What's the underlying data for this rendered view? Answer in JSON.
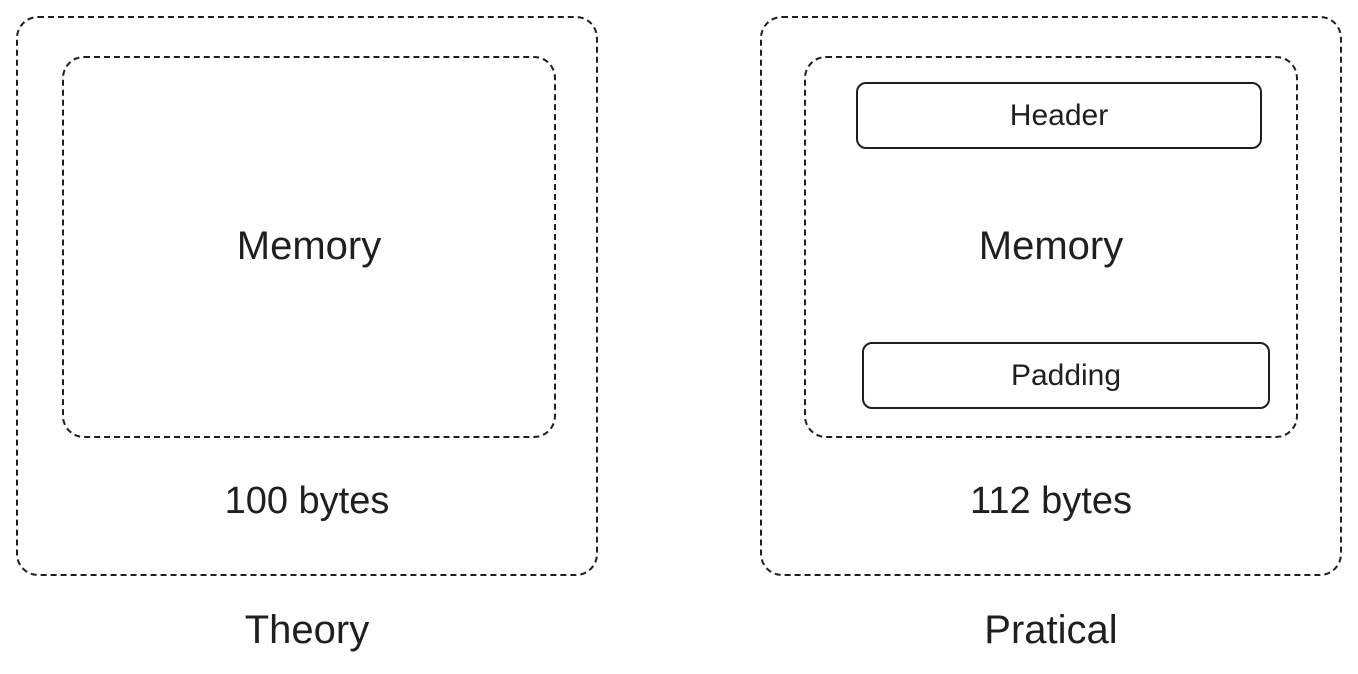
{
  "theory": {
    "memory_label": "Memory",
    "size_label": "100 bytes",
    "caption": "Theory"
  },
  "practical": {
    "header_label": "Header",
    "memory_label": "Memory",
    "padding_label": "Padding",
    "size_label": "112 bytes",
    "caption": "Pratical"
  }
}
